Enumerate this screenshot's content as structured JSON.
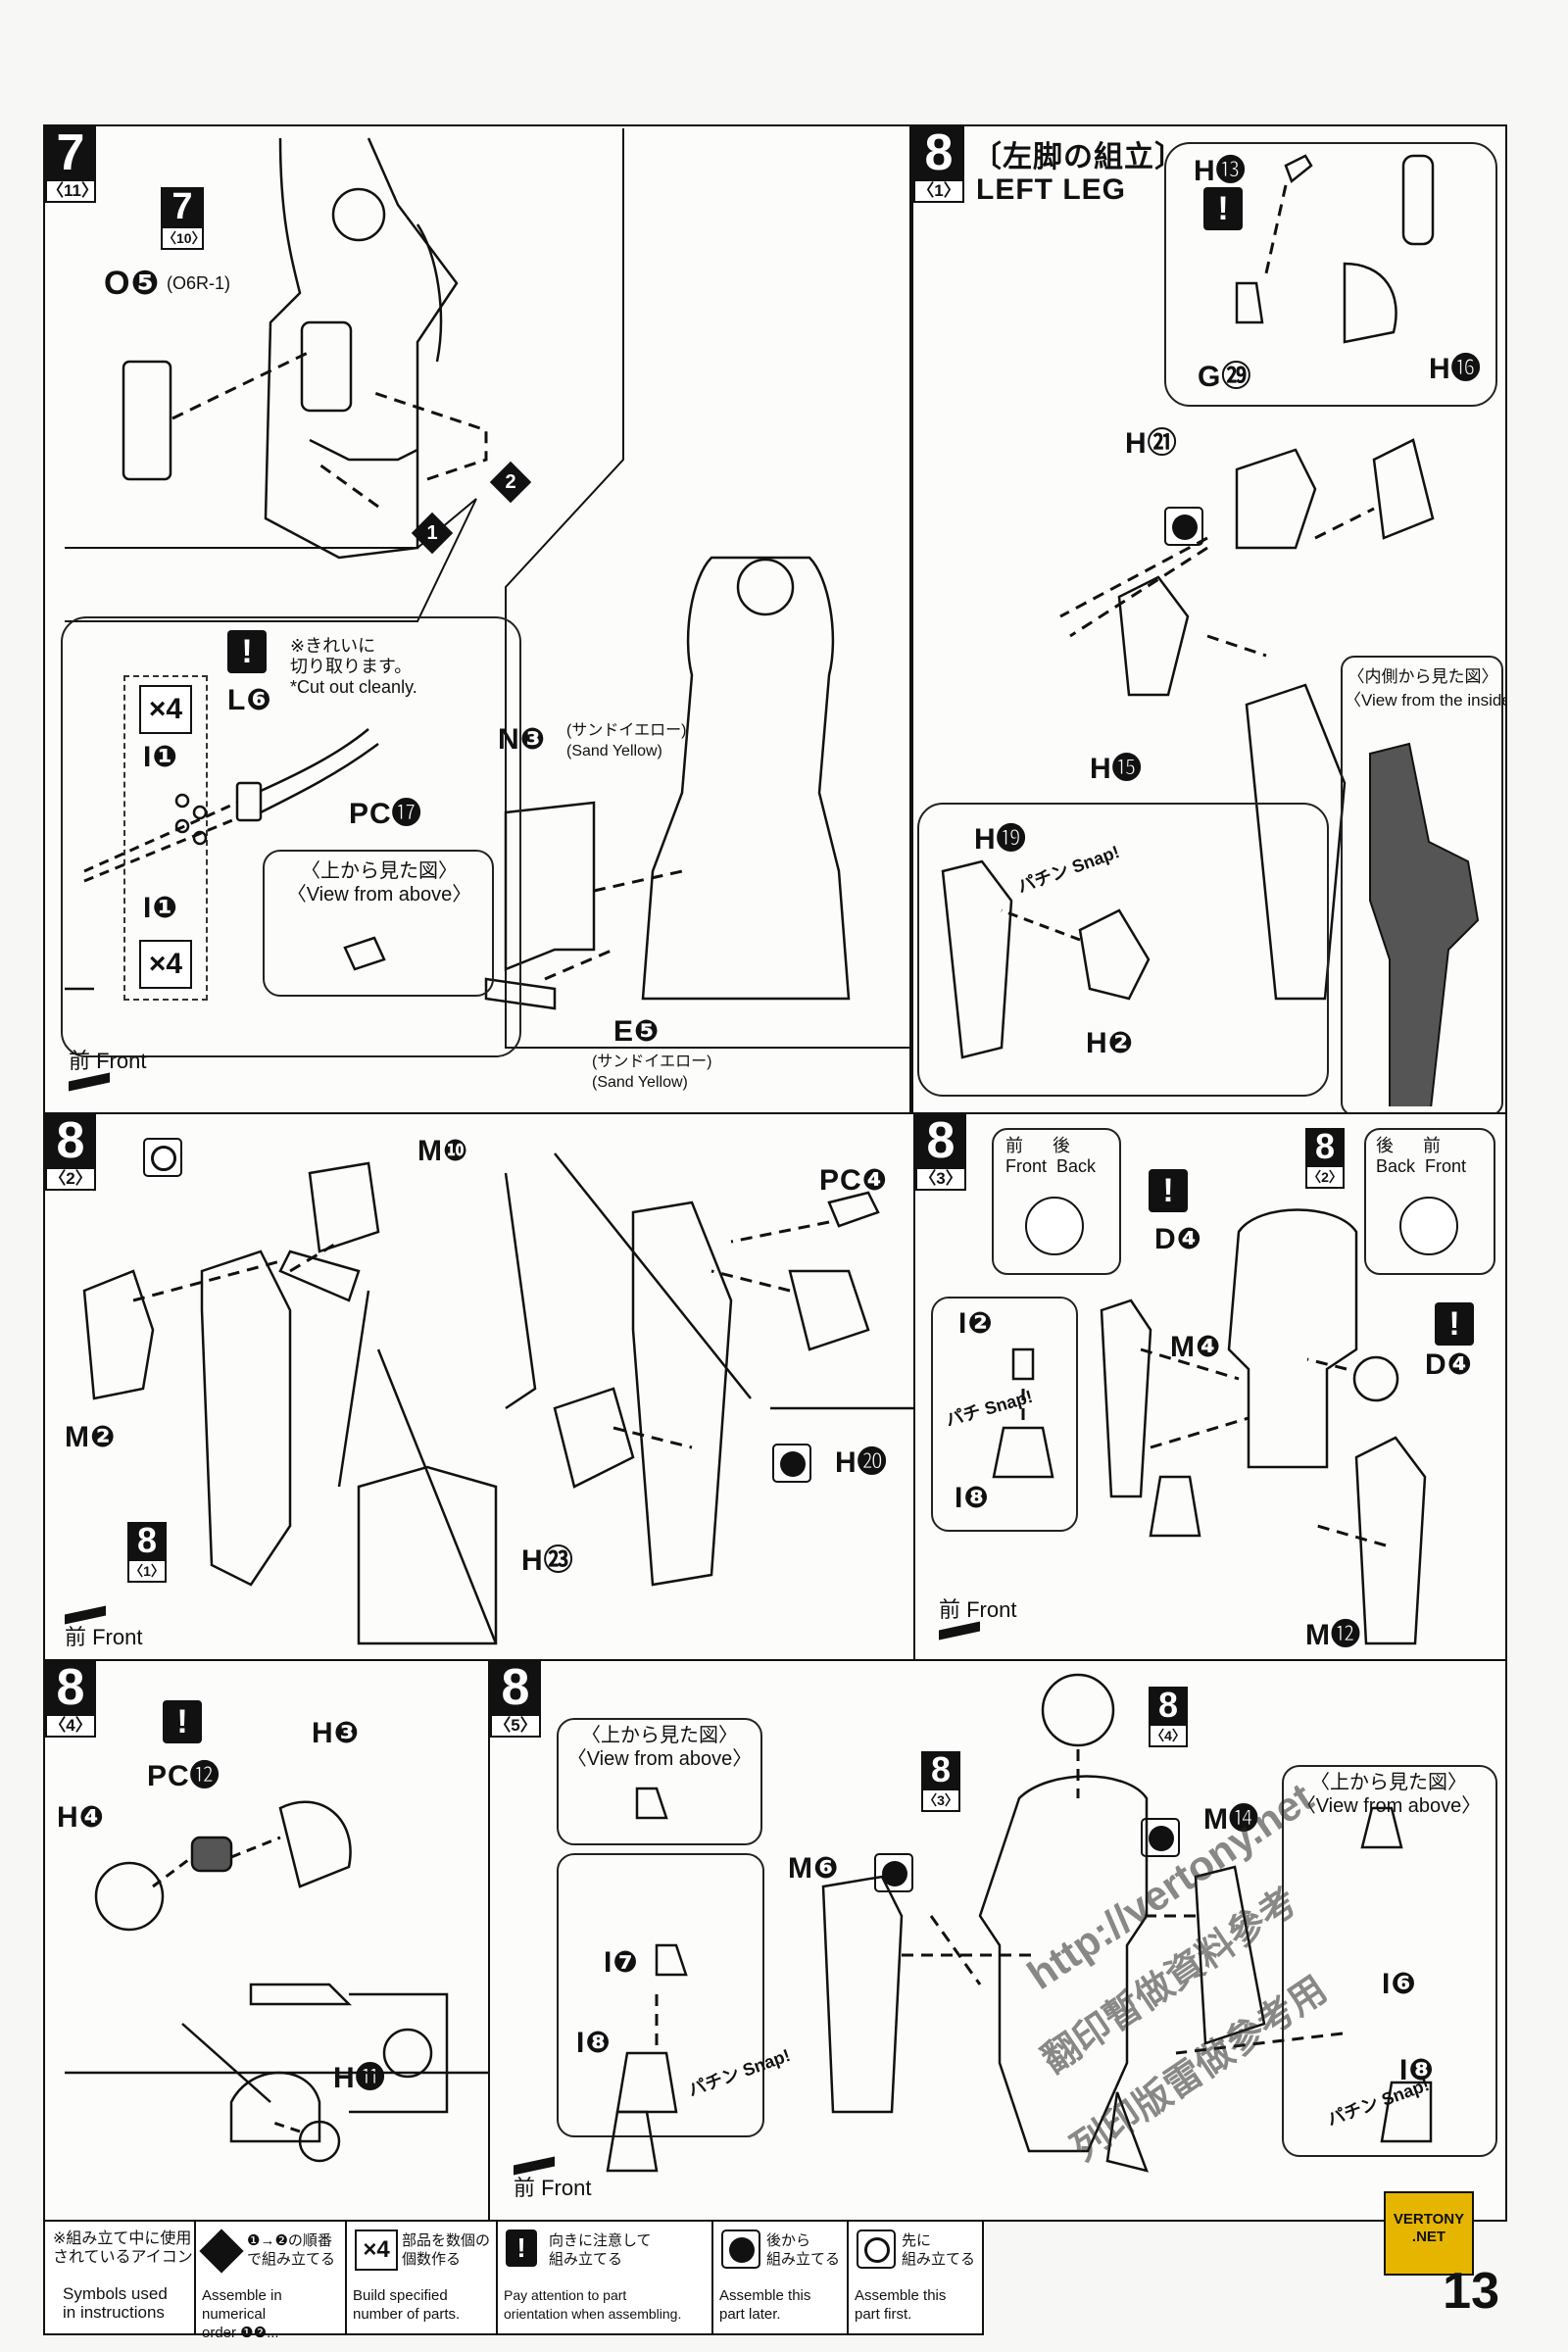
{
  "page_number": "13",
  "badge": "VERTONY .NET",
  "watermark": {
    "line1": "http://vertony.net",
    "line2": "翻印暫做資料參考",
    "line3": "列印版雷做參考用"
  },
  "front_label": "前 Front",
  "step7": {
    "num": "7",
    "sub": "〈11〉",
    "ref": {
      "num": "7",
      "sub": "〈10〉"
    },
    "parts": {
      "o5": "O❺",
      "o5_note": "(O6R-1)",
      "l6": "L❻",
      "pc17": "PC⓱",
      "i1a": "I❶",
      "i1b": "I❶",
      "x4a": "×4",
      "x4b": "×4",
      "n3": "N❸",
      "n3_note1": "(サンドイエロー)",
      "n3_note2": "(Sand Yellow)",
      "e5": "E❺",
      "e5_note1": "(サンドイエロー)",
      "e5_note2": "(Sand Yellow)"
    },
    "order1": "1",
    "order2": "2",
    "cut_note_jp1": "※きれいに",
    "cut_note_jp2": "切り取ります。",
    "cut_note_en": "*Cut out cleanly.",
    "view_above_jp": "〈上から見た図〉",
    "view_above_en": "〈View from above〉"
  },
  "step8_1": {
    "num": "8",
    "sub": "〈1〉",
    "title_jp": "〔左脚の組立〕",
    "title_en": "LEFT LEG",
    "parts": {
      "h13": "H⓭",
      "g29": "G㉙",
      "h16": "H⓰",
      "h21": "H㉑",
      "h15": "H⓯",
      "h19": "H⓳",
      "h2": "H❷"
    },
    "snap": "パチン Snap!",
    "inside_jp": "〈内側から見た図〉",
    "inside_en": "〈View from the inside〉"
  },
  "step8_2": {
    "num": "8",
    "sub": "〈2〉",
    "ref": {
      "num": "8",
      "sub": "〈1〉"
    },
    "parts": {
      "m10": "M❿",
      "m2": "M❷",
      "pc4": "PC❹",
      "h20": "H⓴",
      "h23": "H㉓"
    }
  },
  "step8_3": {
    "num": "8",
    "sub": "〈3〉",
    "ref": {
      "num": "8",
      "sub": "〈2〉"
    },
    "parts": {
      "d4a": "D❹",
      "d4b": "D❹",
      "m4": "M❹",
      "i2": "I❷",
      "i8": "I❽",
      "m12": "M⓬"
    },
    "front_jp": "前",
    "back_jp": "後",
    "front_en": "Front",
    "back_en": "Back",
    "snap": "パチ Snap!"
  },
  "step8_4": {
    "num": "8",
    "sub": "〈4〉",
    "parts": {
      "h4": "H❹",
      "pc12": "PC⓬",
      "h3": "H❸",
      "h11": "H⓫"
    }
  },
  "step8_5": {
    "num": "8",
    "sub": "〈5〉",
    "ref_a": {
      "num": "8",
      "sub": "〈4〉"
    },
    "ref_b": {
      "num": "8",
      "sub": "〈3〉"
    },
    "parts": {
      "m6": "M❻",
      "m14": "M⓮",
      "i7": "I❼",
      "i8a": "I❽",
      "i6": "I❻",
      "i8b": "I❽"
    },
    "view_above_jp": "〈上から見た図〉",
    "view_above_en": "〈View from above〉",
    "snap": "パチン Snap!"
  },
  "legend": {
    "intro_jp1": "※組み立て中に使用",
    "intro_jp2": "されているアイコン",
    "intro_en1": "Symbols used",
    "intro_en2": "in instructions",
    "c1_jp1": "❶→❷の順番",
    "c1_jp2": "で組み立てる",
    "c1_en1": "Assemble in numerical",
    "c1_en2": "order ❶❷...",
    "c2_jp1": "部品を数個の",
    "c2_jp2": "個数作る",
    "c2_en1": "Build specified",
    "c2_en2": "number of parts.",
    "c3_jp1": "向きに注意して",
    "c3_jp2": "組み立てる",
    "c3_en1": "Pay attention to part",
    "c3_en2": "orientation when assembling.",
    "c4_jp1": "後から",
    "c4_jp2": "組み立てる",
    "c4_en1": "Assemble this",
    "c4_en2": "part later.",
    "c5_jp1": "先に",
    "c5_jp2": "組み立てる",
    "c5_en1": "Assemble this",
    "c5_en2": "part first.",
    "x4": "×4"
  }
}
